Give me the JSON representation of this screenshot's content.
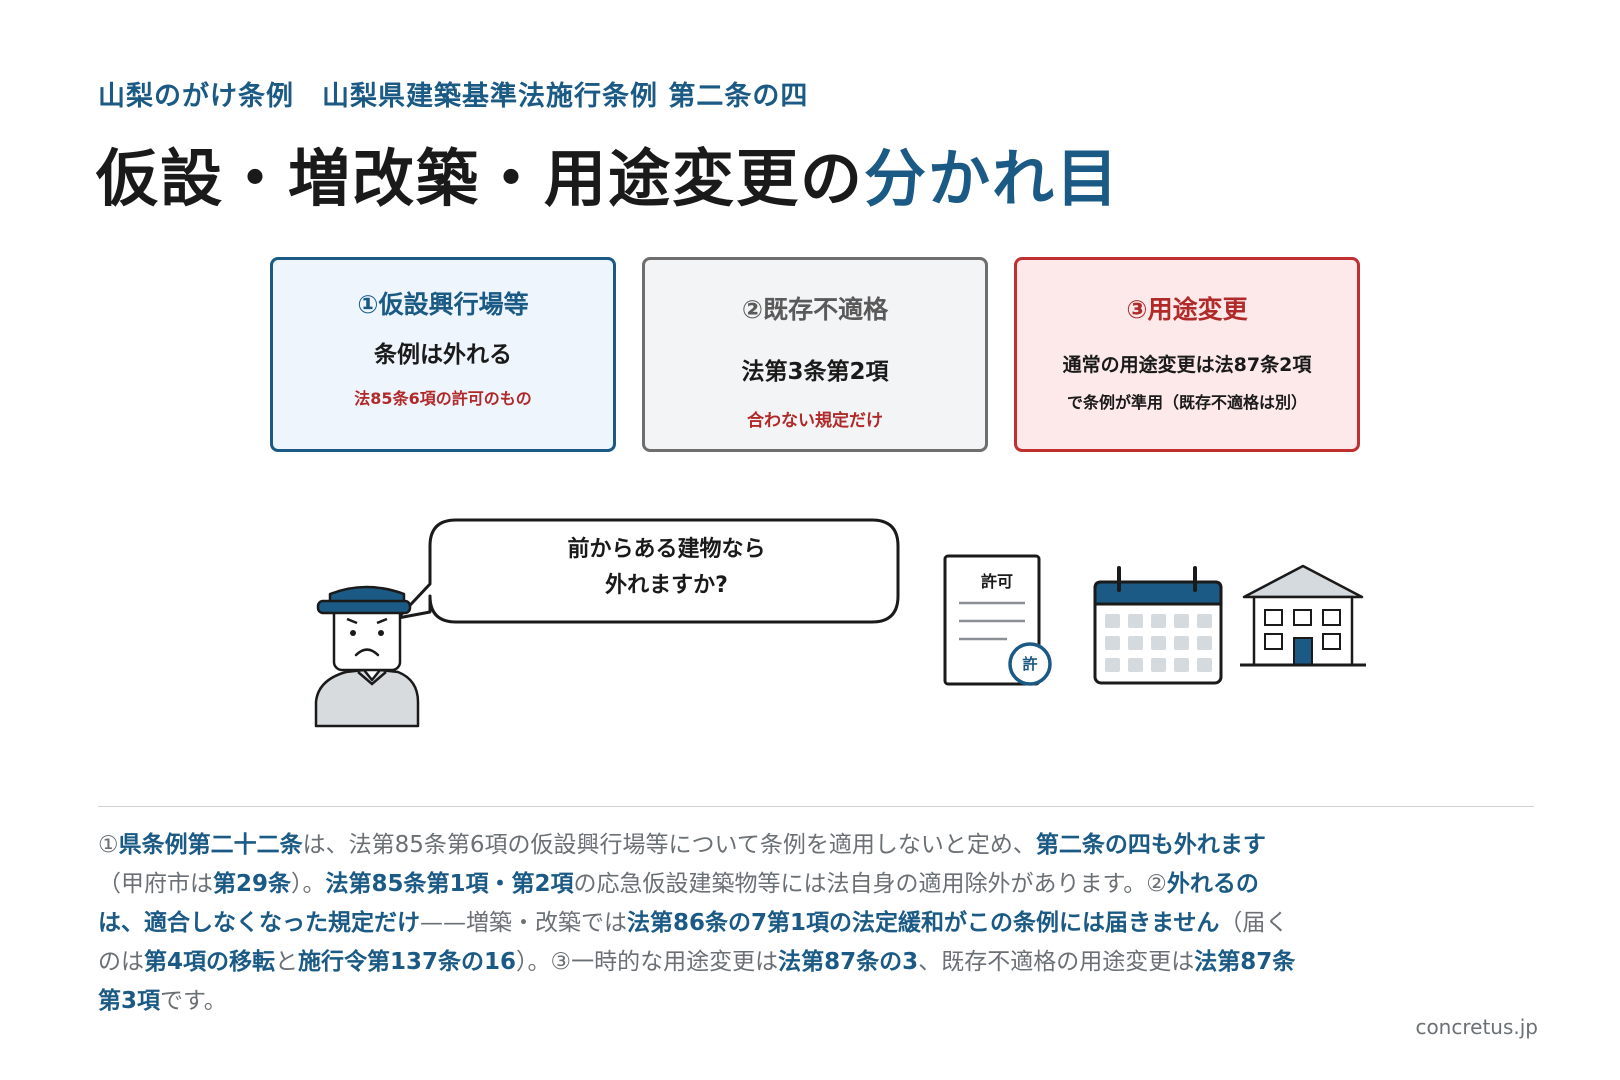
{
  "header": {
    "subtitle": "山梨のがけ条例　山梨県建築基準法施行条例 第二条の四",
    "title_main": "仮設・増改築・用途変更の",
    "title_accent": "分かれ目"
  },
  "cards": [
    {
      "title": "①仮設興行場等",
      "main": "条例は外れる",
      "sub": "法85条6項の許可のもの"
    },
    {
      "title": "②既存不適格",
      "main": "法第3条第2項",
      "sub": "合わない規定だけ"
    },
    {
      "title": "③用途変更",
      "main": "通常の用途変更は法87条2項",
      "sub": "で条例が準用（既存不適格は別）"
    }
  ],
  "bubble": {
    "line1": "前からある建物なら",
    "line2": "外れますか?"
  },
  "icons": {
    "permit_label": "許可",
    "stamp_label": "許",
    "person": "worried-person-icon",
    "document": "permit-document-icon",
    "calendar": "calendar-icon",
    "building": "building-icon"
  },
  "colors": {
    "accent": "#1a5a85",
    "alert": "#b02a2a",
    "muted": "#6b7075"
  },
  "body": {
    "s1": "①",
    "s2": "県条例第二十二条",
    "s3": "は、法第85条第6項の仮設興行場等について条例を適用しないと定め、",
    "s4": "第二条の四も外れます",
    "s5": "（甲府市は",
    "s6": "第29条",
    "s7": "）。",
    "s8": "法第85条第1項・第2項",
    "s9": "の応急仮設建築物等には法自身の適用除外があります。②",
    "s10": "外れるのは、適合しなくなった規定だけ",
    "s11": "——増築・改築では",
    "s12": "法第86条の7第1項の法定緩和がこの条例には届きません",
    "s13": "（届くのは",
    "s14": "第4項の移転",
    "s15": "と",
    "s16": "施行令第137条の16",
    "s17": "）。③一時的な用途変更は",
    "s18": "法第87条の3",
    "s19": "、既存不適格の用途変更は",
    "s20": "法第87条第3項",
    "s21": "です。"
  },
  "footer": "concretus.jp"
}
